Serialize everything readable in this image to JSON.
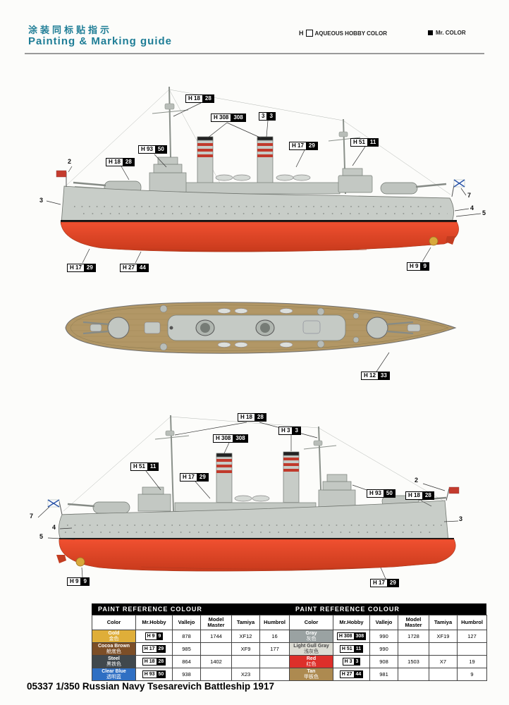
{
  "header": {
    "title_cn": "涂装同标贴指示",
    "title_en": "Painting  &  Marking  guide",
    "legend": {
      "aqueous_prefix": "H",
      "aqueous_label": "AQUEOUS HOBBY COLOR",
      "mrcolor_label": "Mr. COLOR"
    }
  },
  "side_view_1": {
    "callouts": [
      {
        "white": "H 18",
        "black": "28"
      },
      {
        "white": "H 308",
        "black": "308"
      },
      {
        "white": "3",
        "black": "3"
      },
      {
        "white": "H 93",
        "black": "50"
      },
      {
        "white": "H 18",
        "black": "28"
      },
      {
        "white": "H 17",
        "black": "29"
      },
      {
        "white": "H 51",
        "black": "11"
      },
      {
        "white": "H 17",
        "black": "29"
      },
      {
        "white": "H 27",
        "black": "44"
      },
      {
        "white": "H 9",
        "black": "9"
      }
    ],
    "part_numbers": [
      "2",
      "3",
      "7",
      "4",
      "5"
    ]
  },
  "plan_view": {
    "callouts": [
      {
        "white": "H 12",
        "black": "33"
      }
    ]
  },
  "side_view_2": {
    "callouts": [
      {
        "white": "H 18",
        "black": "28"
      },
      {
        "white": "H 308",
        "black": "308"
      },
      {
        "white": "H 3",
        "black": "3"
      },
      {
        "white": "H 51",
        "black": "11"
      },
      {
        "white": "H 17",
        "black": "29"
      },
      {
        "white": "H 93",
        "black": "50"
      },
      {
        "white": "H 18",
        "black": "28"
      },
      {
        "white": "H 9",
        "black": "9"
      },
      {
        "white": "H 17",
        "black": "29"
      }
    ],
    "part_numbers": [
      "7",
      "4",
      "5",
      "2",
      "3"
    ]
  },
  "paint_table": {
    "title": "PAINT  REFERENCE  COLOUR",
    "columns": [
      "Color",
      "Mr.Hobby",
      "Vallejo",
      "Model Master",
      "Tamiya",
      "Humbrol"
    ],
    "left_rows": [
      {
        "name": "Gold",
        "cn": "金色",
        "bg": "#dfae39",
        "fg": "#ffffff",
        "mr_white": "H 9",
        "mr_black": "9",
        "vallejo": "878",
        "model_master": "1744",
        "tamiya": "XF12",
        "humbrol": "16"
      },
      {
        "name": "Cocoa Brown",
        "cn": "舱底色",
        "bg": "#7c4e27",
        "fg": "#ffffff",
        "mr_white": "H 17",
        "mr_black": "29",
        "vallejo": "985",
        "model_master": "",
        "tamiya": "XF9",
        "humbrol": "177"
      },
      {
        "name": "Steel",
        "cn": "黑铁色",
        "bg": "#40484d",
        "fg": "#ffffff",
        "mr_white": "H 18",
        "mr_black": "28",
        "vallejo": "864",
        "model_master": "1402",
        "tamiya": "",
        "humbrol": ""
      },
      {
        "name": "Clear Blue",
        "cn": "透明蓝",
        "bg": "#2f6fc3",
        "fg": "#ffffff",
        "mr_white": "H 93",
        "mr_black": "50",
        "vallejo": "938",
        "model_master": "",
        "tamiya": "X23",
        "humbrol": ""
      }
    ],
    "right_rows": [
      {
        "name": "Gray",
        "cn": "灰色",
        "bg": "#9aa2a2",
        "fg": "#ffffff",
        "mr_white": "H 308",
        "mr_black": "308",
        "vallejo": "990",
        "model_master": "1728",
        "tamiya": "XF19",
        "humbrol": "127"
      },
      {
        "name": "Light Gull Gray",
        "cn": "浅灰色",
        "bg": "#dcdcd3",
        "fg": "#444444",
        "mr_white": "H 51",
        "mr_black": "11",
        "vallejo": "990",
        "model_master": "",
        "tamiya": "",
        "humbrol": ""
      },
      {
        "name": "Red",
        "cn": "红色",
        "bg": "#dd2f2a",
        "fg": "#ffffff",
        "mr_white": "H 3",
        "mr_black": "3",
        "vallejo": "908",
        "model_master": "1503",
        "tamiya": "X7",
        "humbrol": "19"
      },
      {
        "name": "Tan",
        "cn": "甲板色",
        "bg": "#ad8a50",
        "fg": "#ffffff",
        "mr_white": "H 27",
        "mr_black": "44",
        "vallejo": "981",
        "model_master": "",
        "tamiya": "",
        "humbrol": "9"
      }
    ]
  },
  "footer": {
    "text": "05337 1/350  Russian Navy Tsesarevich Battleship 1917"
  }
}
